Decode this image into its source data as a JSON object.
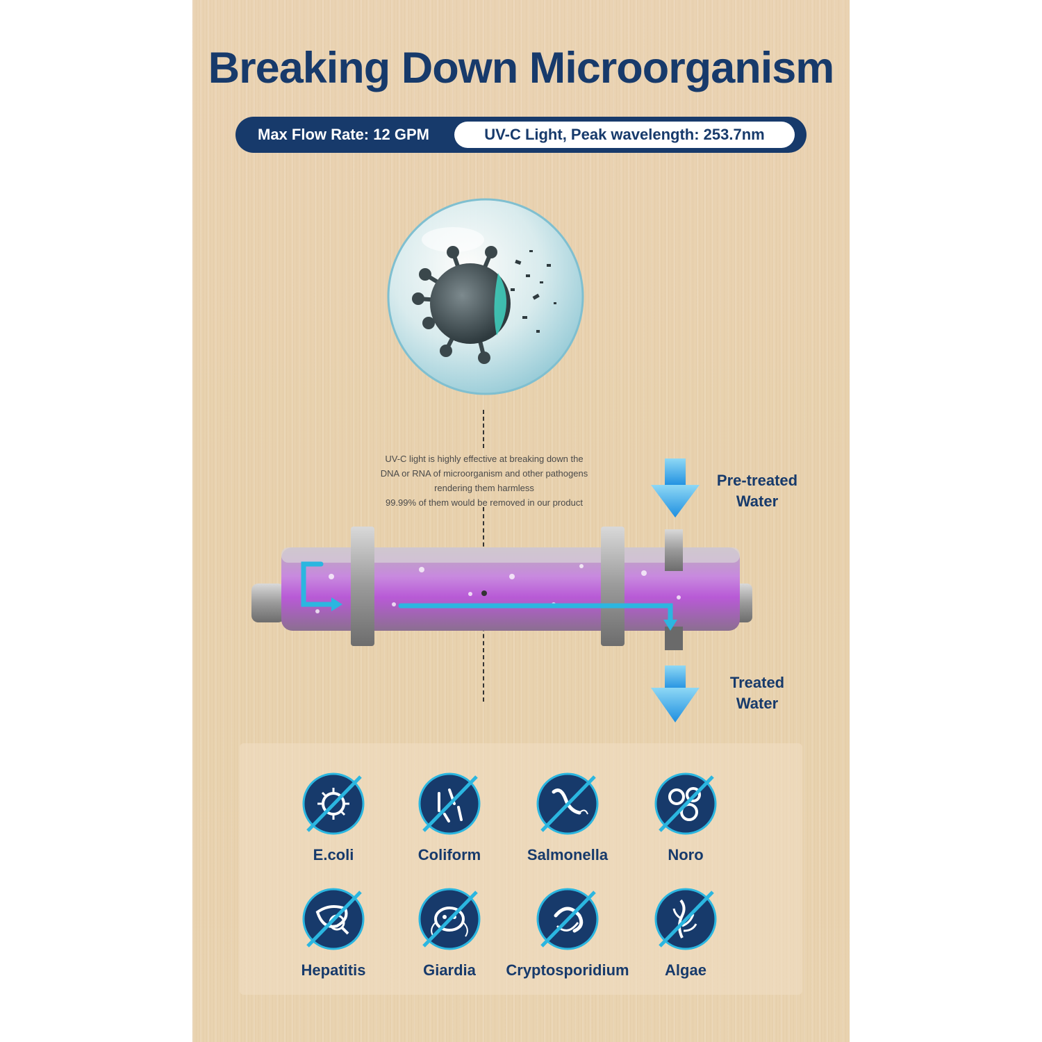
{
  "title": "Breaking Down Microorganism",
  "specs": {
    "flow_rate": "Max Flow Rate: 12 GPM",
    "uv": "UV-C Light, Peak wavelength: 253.7nm"
  },
  "description": [
    "UV-C light is highly effective at breaking down the",
    "DNA or RNA of microorganism and other pathogens",
    "rendering them harmless",
    "99.99% of them would be removed in our product"
  ],
  "flow": {
    "inlet": [
      "Pre-treated",
      "Water"
    ],
    "outlet": [
      "Treated",
      "Water"
    ]
  },
  "microorganisms": [
    {
      "label": "E.coli",
      "icon": "bacteria-icon"
    },
    {
      "label": "Coliform",
      "icon": "bacilli-icon"
    },
    {
      "label": "Salmonella",
      "icon": "flagellum-icon"
    },
    {
      "label": "Noro",
      "icon": "virus-cluster-icon"
    },
    {
      "label": "Hepatitis",
      "icon": "liver-magnifier-icon"
    },
    {
      "label": "Giardia",
      "icon": "protozoa-icon"
    },
    {
      "label": "Cryptosporidium",
      "icon": "parasite-icon"
    },
    {
      "label": "Algae",
      "icon": "seaweed-icon"
    }
  ],
  "colors": {
    "navy": "#173a6b",
    "accent": "#2bb6e0",
    "uv_purple": "#c77ae0"
  }
}
